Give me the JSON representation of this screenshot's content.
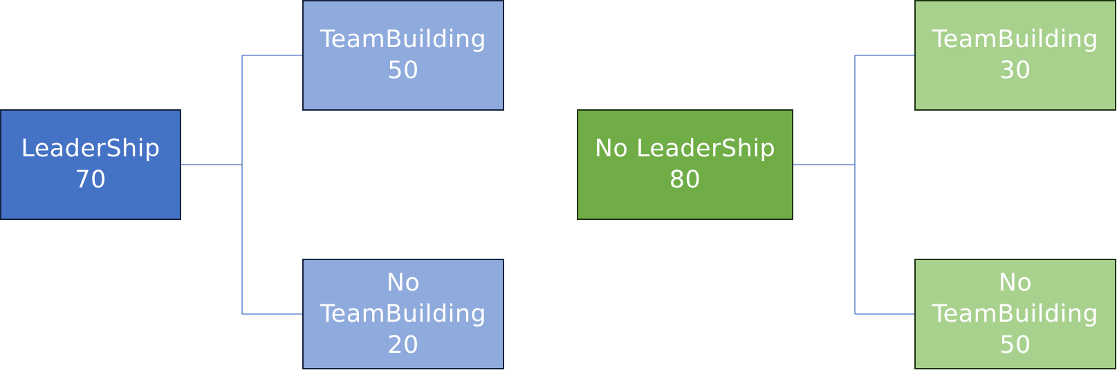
{
  "trees": [
    {
      "root": {
        "label": "LeaderShip",
        "value": "70"
      },
      "children": [
        {
          "label": "TeamBuilding",
          "value": "50"
        },
        {
          "label_line1": "No",
          "label_line2": "TeamBuilding",
          "value": "20"
        }
      ]
    },
    {
      "root": {
        "label": "No LeaderShip",
        "value": "80"
      },
      "children": [
        {
          "label": "TeamBuilding",
          "value": "30"
        },
        {
          "label_line1": "No",
          "label_line2": "TeamBuilding",
          "value": "50"
        }
      ]
    }
  ],
  "colors": {
    "leadership_root": "#4472c4",
    "leadership_child": "#8faadc",
    "no_leadership_root": "#70ad47",
    "no_leadership_child": "#a9d18e",
    "connector": "#4472c4"
  }
}
